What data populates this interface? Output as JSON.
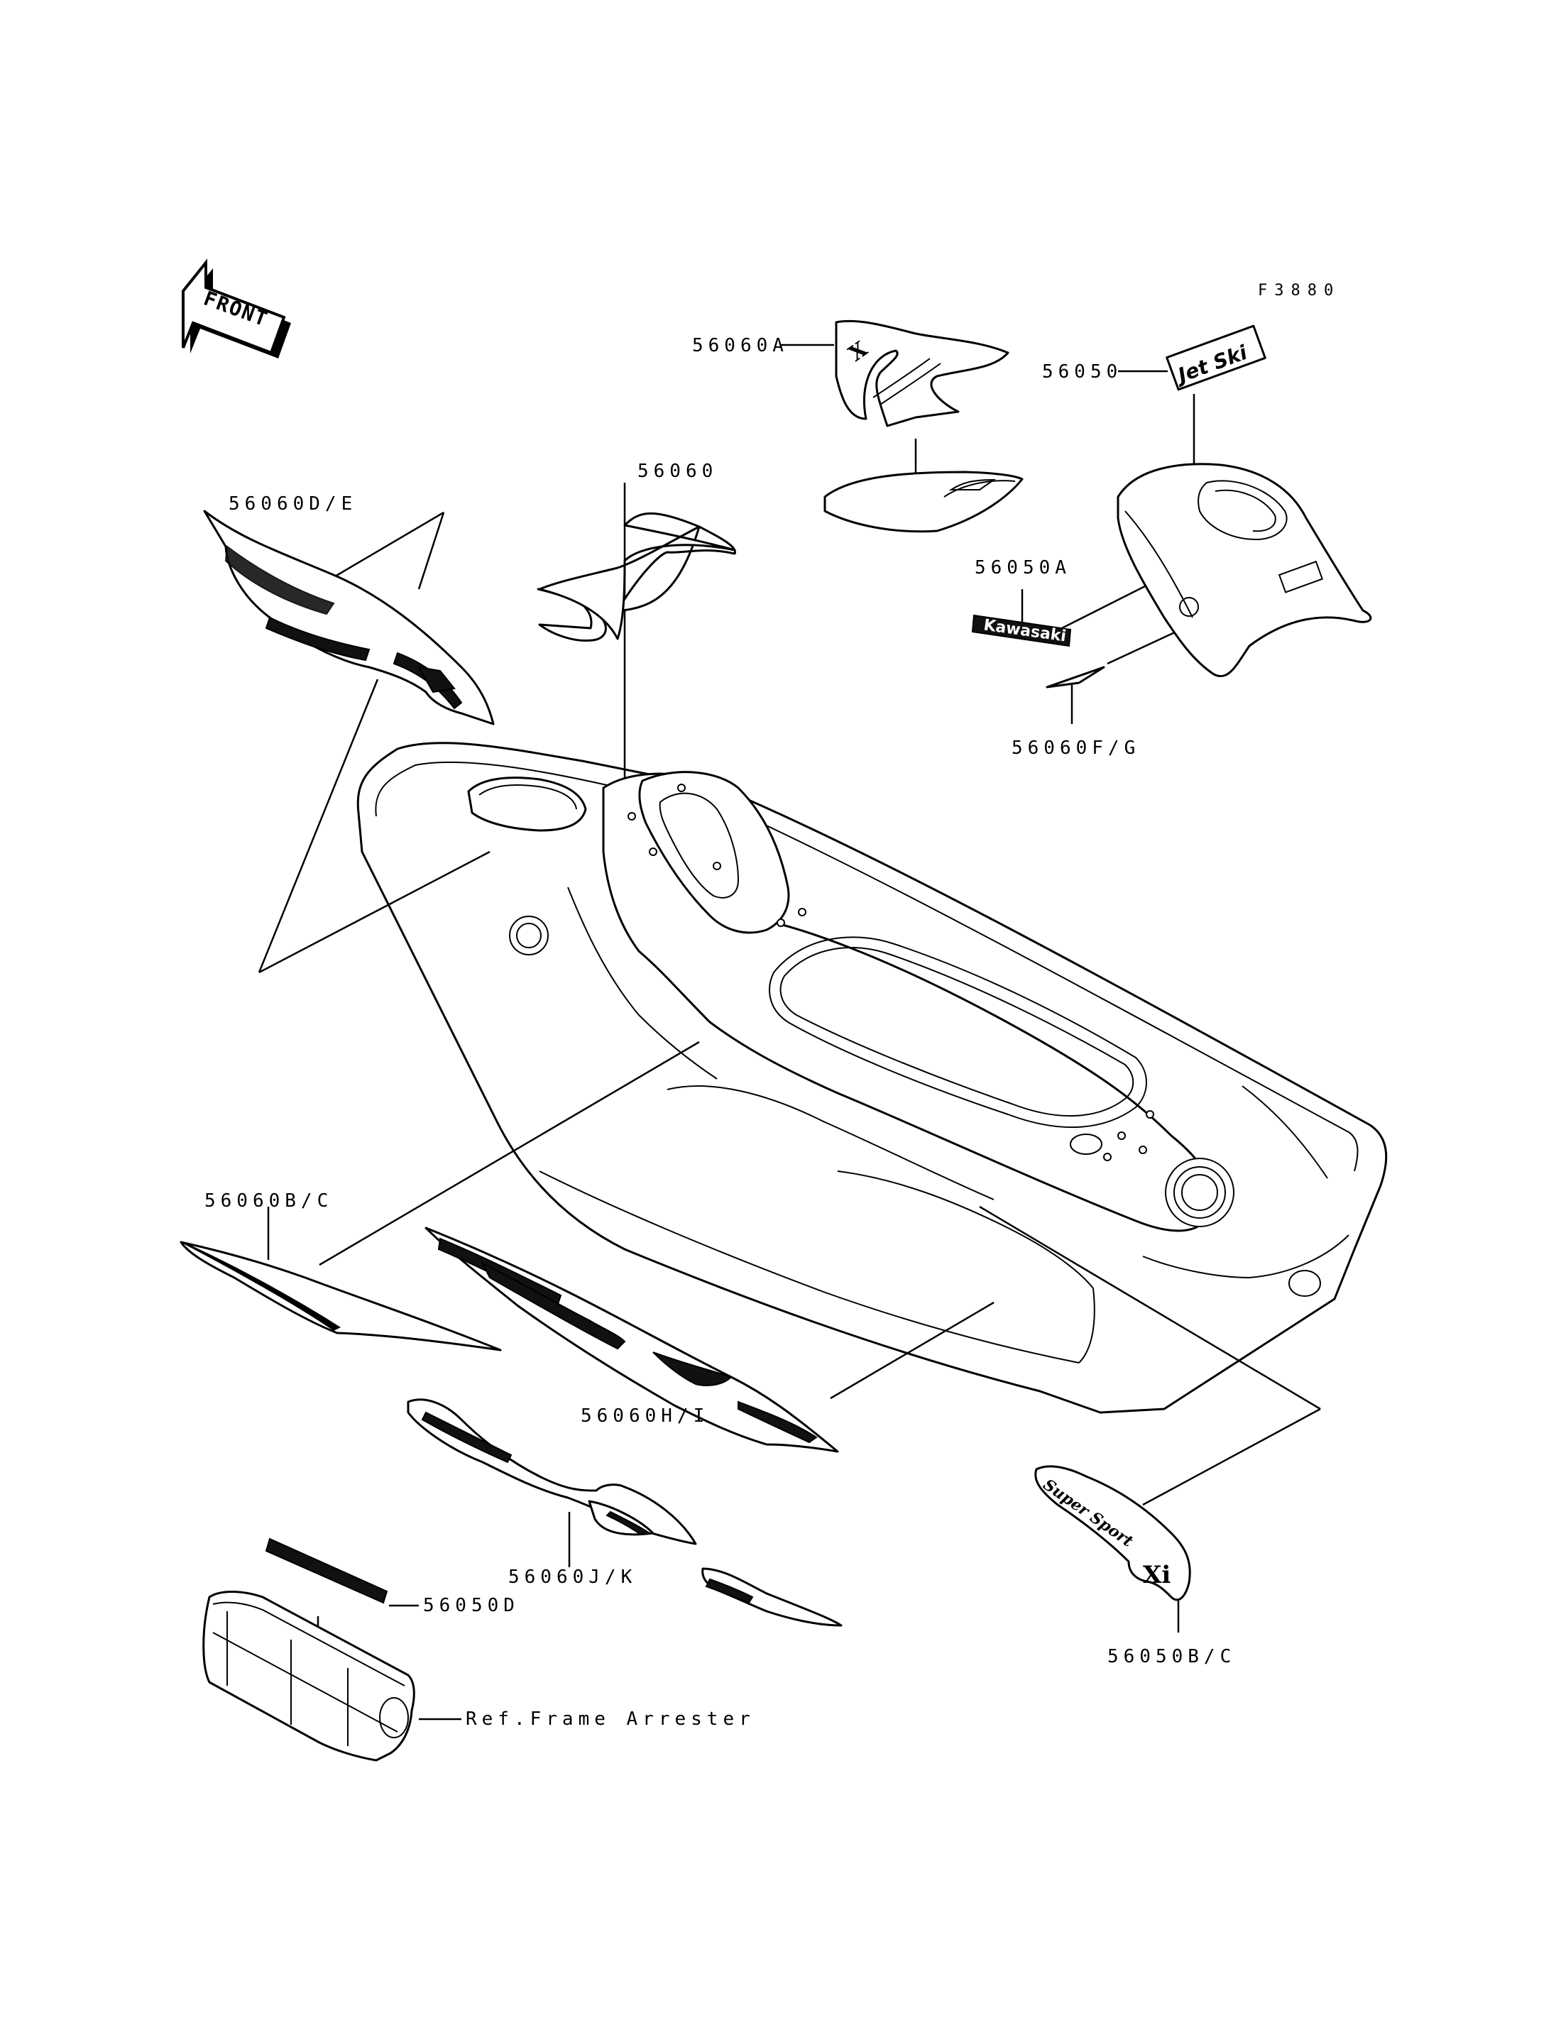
{
  "figure_code": "F3880",
  "front_arrow": {
    "label": "FRONT"
  },
  "callouts": {
    "p56060A": "56060A",
    "p56050": "56050",
    "p56060": "56060",
    "p56060DE": "56060D/E",
    "p56050A": "56050A",
    "p56060FG": "56060F/G",
    "p56060BC": "56060B/C",
    "p56060HI": "56060H/I",
    "p56060JK": "56060J/K",
    "p56050D": "56050D",
    "p56050BC": "56050B/C",
    "ref_frame_arrester": "Ref.Frame Arrester"
  },
  "decal_text": {
    "kawasaki": "Kawasaki",
    "jetski": "Jet Ski",
    "super_sport": "Super Sport",
    "xi": "Xi"
  }
}
